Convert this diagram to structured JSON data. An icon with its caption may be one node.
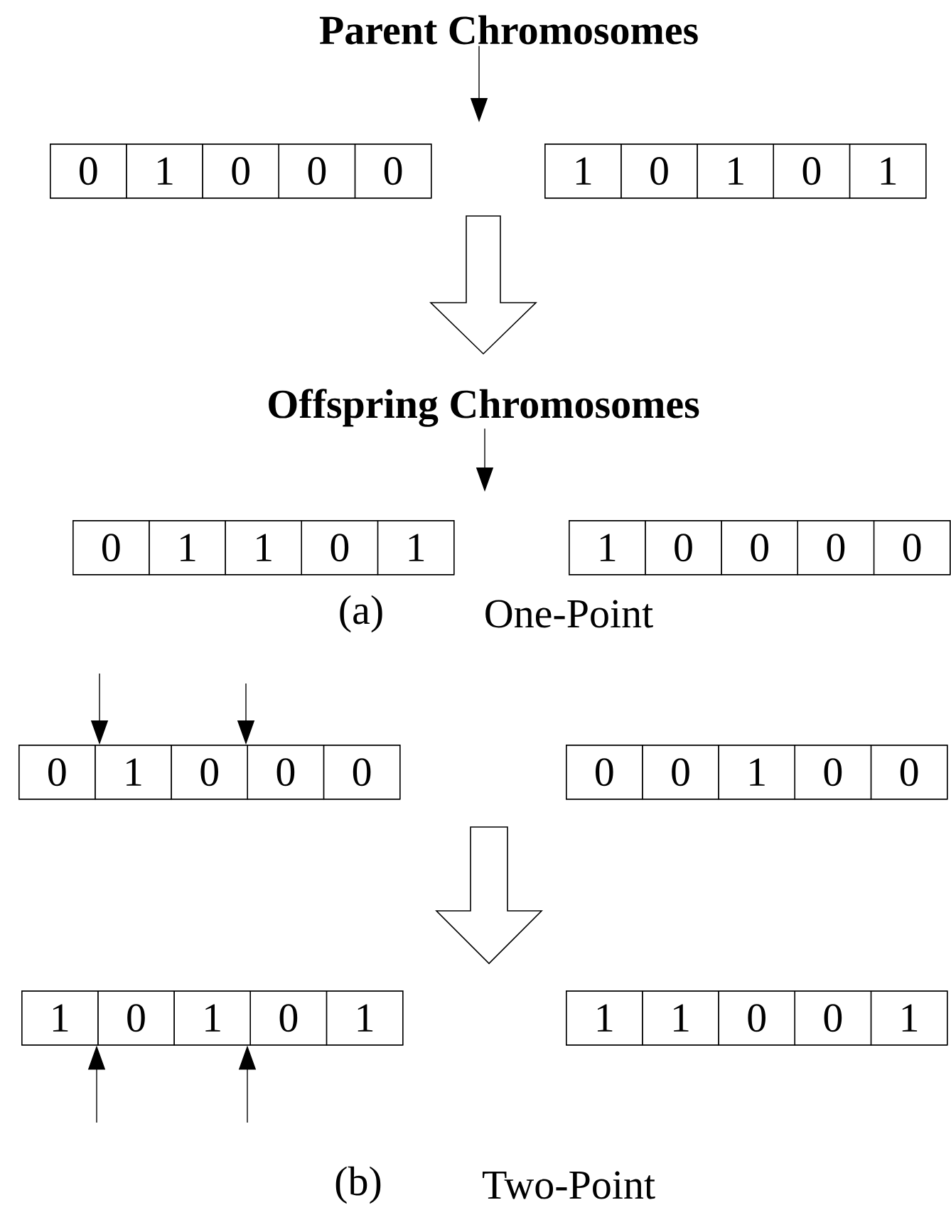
{
  "diagram": {
    "nodes": [
      {
        "text": [
          "Parent Chromosomes"
        ]
      },
      {
        "text": [],
        "shape": "box"
      },
      {
        "text": [
          "0"
        ],
        "in": 1
      },
      {
        "text": [
          "1"
        ],
        "in": 1
      },
      {
        "text": [
          "0"
        ],
        "in": 1
      },
      {
        "text": [
          "0"
        ],
        "in": 1
      },
      {
        "text": [
          "0"
        ],
        "in": 1
      },
      {
        "text": [],
        "shape": "box"
      },
      {
        "text": [
          "1"
        ],
        "in": 7
      },
      {
        "text": [
          "0"
        ],
        "in": 7
      },
      {
        "text": [
          "1"
        ],
        "in": 7
      },
      {
        "text": [
          "0"
        ],
        "in": 7
      },
      {
        "text": [
          "1"
        ],
        "in": 7
      },
      {
        "text": [
          "Offspring Chromosomes"
        ]
      },
      {
        "text": [],
        "shape": "box"
      },
      {
        "text": [
          "0"
        ],
        "in": 14
      },
      {
        "text": [
          "1"
        ],
        "in": 14
      },
      {
        "text": [
          "1"
        ],
        "in": 14
      },
      {
        "text": [
          "0"
        ],
        "in": 14
      },
      {
        "text": [
          "1"
        ],
        "in": 14
      },
      {
        "text": [],
        "shape": "box"
      },
      {
        "text": [
          "1"
        ],
        "in": 20
      },
      {
        "text": [
          "0"
        ],
        "in": 20
      },
      {
        "text": [
          "0"
        ],
        "in": 20
      },
      {
        "text": [
          "0"
        ],
        "in": 20
      },
      {
        "text": [
          "0"
        ],
        "in": 20
      },
      {
        "text": [],
        "shape": "box"
      },
      {
        "text": [
          "0"
        ],
        "in": 26
      },
      {
        "text": [
          "1"
        ],
        "in": 26
      },
      {
        "text": [
          "0"
        ],
        "in": 26
      },
      {
        "text": [
          "0"
        ],
        "in": 26
      },
      {
        "text": [
          "0"
        ],
        "in": 26
      },
      {
        "text": [],
        "shape": "box"
      },
      {
        "text": [
          "0"
        ],
        "in": 32
      },
      {
        "text": [
          "0"
        ],
        "in": 32
      },
      {
        "text": [
          "1"
        ],
        "in": 32
      },
      {
        "text": [
          "0"
        ],
        "in": 32
      },
      {
        "text": [
          "0"
        ],
        "in": 32
      },
      {
        "text": [],
        "shape": "box"
      },
      {
        "text": [
          "1"
        ],
        "in": 38
      },
      {
        "text": [
          "0"
        ],
        "in": 38
      },
      {
        "text": [
          "1"
        ],
        "in": 38
      },
      {
        "text": [
          "0"
        ],
        "in": 38
      },
      {
        "text": [
          "1"
        ],
        "in": 38
      },
      {
        "text": [],
        "shape": "box"
      },
      {
        "text": [
          "1"
        ],
        "in": 44
      },
      {
        "text": [
          "1"
        ],
        "in": 44
      },
      {
        "text": [
          "0"
        ],
        "in": 44
      },
      {
        "text": [
          "0"
        ],
        "in": 44
      },
      {
        "text": [
          "1"
        ],
        "in": 44
      }
    ],
    "edges": [
      {
        "from": 0,
        "to": null,
        "arrow": "to"
      },
      {
        "from": 13,
        "to": null,
        "arrow": "to"
      },
      {
        "from": null,
        "to": 26,
        "arrow": "to"
      },
      {
        "from": null,
        "to": 26,
        "arrow": "to"
      },
      {
        "from": null,
        "to": 38,
        "arrow": "to"
      },
      {
        "from": null,
        "to": 38,
        "arrow": "to"
      }
    ],
    "labels": [
      "(a)",
      "One-Point",
      "(b)",
      "Two-Point"
    ]
  }
}
